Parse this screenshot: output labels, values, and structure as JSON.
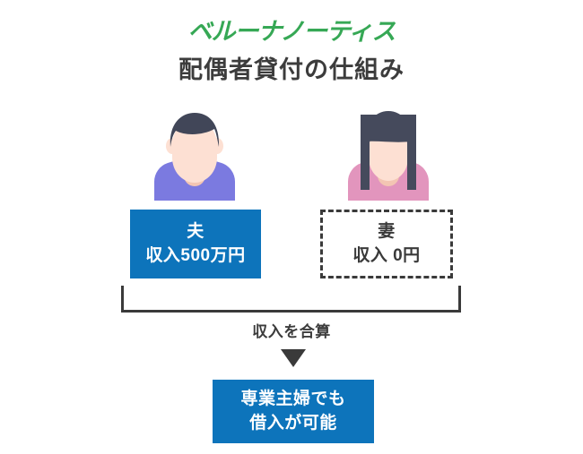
{
  "header": {
    "logo_text": "ベルーナノーティス",
    "logo_color": "#36a855",
    "title": "配偶者貸付の仕組み",
    "title_color": "#3c3c3c"
  },
  "accent": {
    "blue": "#0d74bb",
    "dark": "#3a3a3a"
  },
  "avatars": [
    {
      "name": "husband-avatar",
      "hair_color": "#414658",
      "skin_color": "#fde0d3",
      "shirt_color": "#7b7ae0"
    },
    {
      "name": "wife-avatar",
      "hair_color": "#454a5c",
      "skin_color": "#fde0d3",
      "shirt_color": "#e295bd"
    }
  ],
  "boxes": {
    "husband": {
      "line1": "夫",
      "line2": "収入500万円",
      "style": "solid",
      "bg": "#0d74bb",
      "text_color": "#ffffff"
    },
    "wife": {
      "line1": "妻",
      "line2": "収入 0円",
      "style": "dashed",
      "bg": "#ffffff",
      "text_color": "#3a3a3a"
    },
    "result": {
      "line1": "専業主婦でも",
      "line2": "借入が可能",
      "style": "solid",
      "bg": "#0d74bb",
      "text_color": "#ffffff"
    }
  },
  "connector": {
    "merge_label": "収入を合算",
    "arrow_icon": "triangle-down-icon"
  }
}
